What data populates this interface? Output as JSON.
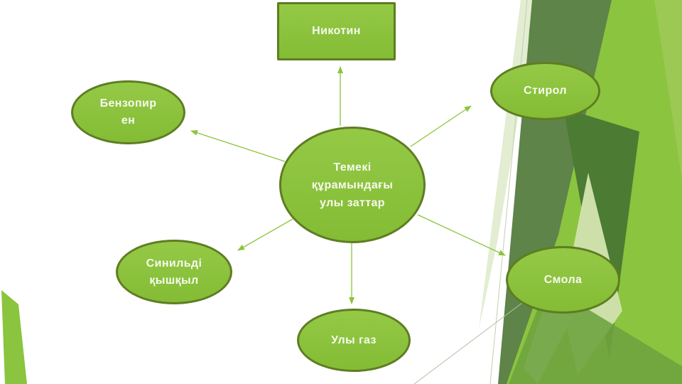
{
  "diagram": {
    "center": {
      "id": "center",
      "label": "Темекі\nқұрамындағы\nулы заттар",
      "shape": "ellipse"
    },
    "nodes": {
      "nicotine": {
        "label": "Никотин",
        "shape": "rectangle"
      },
      "benzopyrene": {
        "label": "Бензопир\nен",
        "shape": "ellipse"
      },
      "styrene": {
        "label": "Стирол",
        "shape": "ellipse"
      },
      "hydrocyanic_acid": {
        "label": "Синильді\nқышқыл",
        "shape": "ellipse"
      },
      "toxic_gas": {
        "label": "Улы газ",
        "shape": "ellipse"
      },
      "tar": {
        "label": "Смола",
        "shape": "ellipse"
      }
    },
    "connections": [
      {
        "from": "center",
        "to": "nicotine"
      },
      {
        "from": "center",
        "to": "benzopyrene"
      },
      {
        "from": "center",
        "to": "styrene"
      },
      {
        "from": "center",
        "to": "hydrocyanic_acid"
      },
      {
        "from": "center",
        "to": "toxic_gas"
      },
      {
        "from": "center",
        "to": "tar"
      }
    ]
  },
  "colors": {
    "shape_fill": "#8cc43c",
    "shape_border": "#5e7d22",
    "connector": "#8cc43c",
    "text": "#f6faee",
    "background": "#ffffff",
    "decoration_greens": [
      "#8bc43e",
      "#5e8449",
      "#4c7b33",
      "#9cca55",
      "#cde0a9",
      "#e2edd1",
      "#6fa33f"
    ]
  }
}
